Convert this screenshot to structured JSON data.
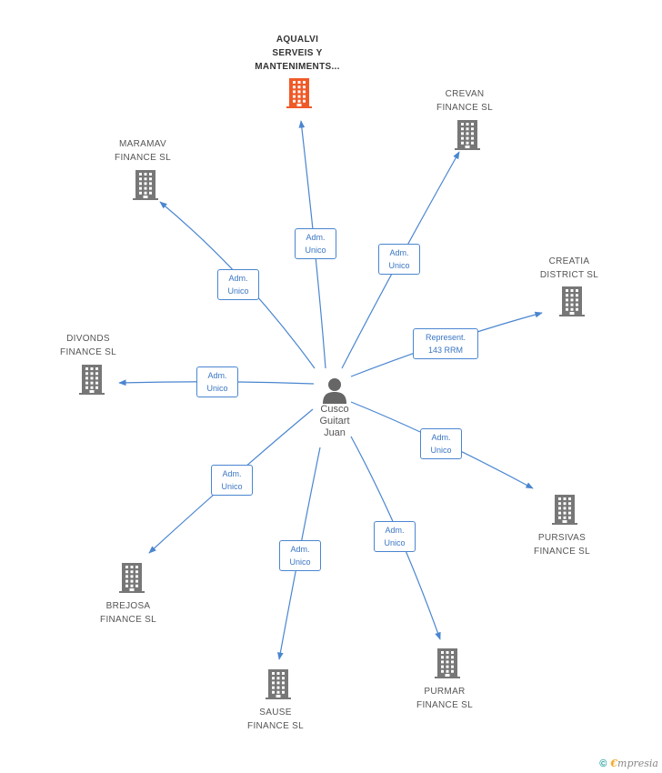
{
  "center": {
    "name_lines": [
      "Cusco",
      "Guitart",
      "Juan"
    ],
    "icon": "person-icon"
  },
  "companies": [
    {
      "id": "aqualvi",
      "lines": [
        "AQUALVI",
        "SERVEIS Y",
        "MANTENIMENTS..."
      ],
      "highlight": true,
      "color": "#f05a28"
    },
    {
      "id": "crevan",
      "lines": [
        "CREVAN",
        "FINANCE  SL"
      ],
      "highlight": false,
      "color": "#777777"
    },
    {
      "id": "maramav",
      "lines": [
        "MARAMAV",
        "FINANCE  SL"
      ],
      "highlight": false,
      "color": "#777777"
    },
    {
      "id": "creatia",
      "lines": [
        "CREATIA",
        "DISTRICT SL"
      ],
      "highlight": false,
      "color": "#777777"
    },
    {
      "id": "divonds",
      "lines": [
        "DIVONDS",
        "FINANCE  SL"
      ],
      "highlight": false,
      "color": "#777777"
    },
    {
      "id": "pursivas",
      "lines": [
        "PURSIVAS",
        "FINANCE  SL"
      ],
      "highlight": false,
      "color": "#777777"
    },
    {
      "id": "brejosa",
      "lines": [
        "BREJOSA",
        "FINANCE  SL"
      ],
      "highlight": false,
      "color": "#777777"
    },
    {
      "id": "purmar",
      "lines": [
        "PURMAR",
        "FINANCE  SL"
      ],
      "highlight": false,
      "color": "#777777"
    },
    {
      "id": "sause",
      "lines": [
        "SAUSE",
        "FINANCE  SL"
      ],
      "highlight": false,
      "color": "#777777"
    }
  ],
  "relations": [
    {
      "target": "aqualvi",
      "lines": [
        "Adm.",
        "Unico"
      ]
    },
    {
      "target": "crevan",
      "lines": [
        "Adm.",
        "Unico"
      ]
    },
    {
      "target": "maramav",
      "lines": [
        "Adm.",
        "Unico"
      ]
    },
    {
      "target": "creatia",
      "lines": [
        "Represent.",
        "143 RRM"
      ]
    },
    {
      "target": "divonds",
      "lines": [
        "Adm.",
        "Unico"
      ]
    },
    {
      "target": "pursivas",
      "lines": [
        "Adm.",
        "Unico"
      ]
    },
    {
      "target": "brejosa",
      "lines": [
        "Adm.",
        "Unico"
      ]
    },
    {
      "target": "purmar",
      "lines": [
        "Adm.",
        "Unico"
      ]
    },
    {
      "target": "sause",
      "lines": [
        "Adm.",
        "Unico"
      ]
    }
  ],
  "colors": {
    "edge": "#4a86d0",
    "building": "#777777",
    "highlight": "#f05a28",
    "person": "#666666"
  },
  "footer": {
    "symbol": "©",
    "brand_initial": "€",
    "brand_rest": "mpresia"
  }
}
